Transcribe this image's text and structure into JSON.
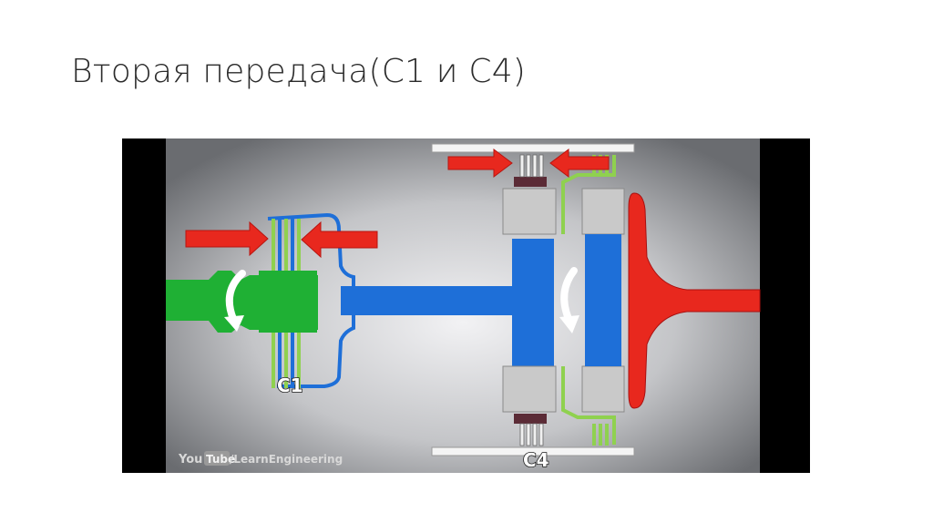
{
  "slide": {
    "title": "Вторая передача(C1 и C4)"
  },
  "diagram": {
    "labels": {
      "clutch_c1": "C1",
      "clutch_c4": "C4"
    },
    "watermark": {
      "logo_you": "You",
      "logo_tube": "Tube",
      "channel": "/LearnEngineering"
    },
    "colors": {
      "background_light": "#e8e8ea",
      "background_dark": "#6a6c70",
      "input_shaft": "#1fb034",
      "intermediate_shaft": "#1e6fd8",
      "output_shaft": "#e8281e",
      "pressure_arrow": "#e8281e",
      "clutch_plate_green": "#8fd14f",
      "housing_gray": "#c9c9c9",
      "clutch_pack_dark": "#5b2b36"
    }
  }
}
